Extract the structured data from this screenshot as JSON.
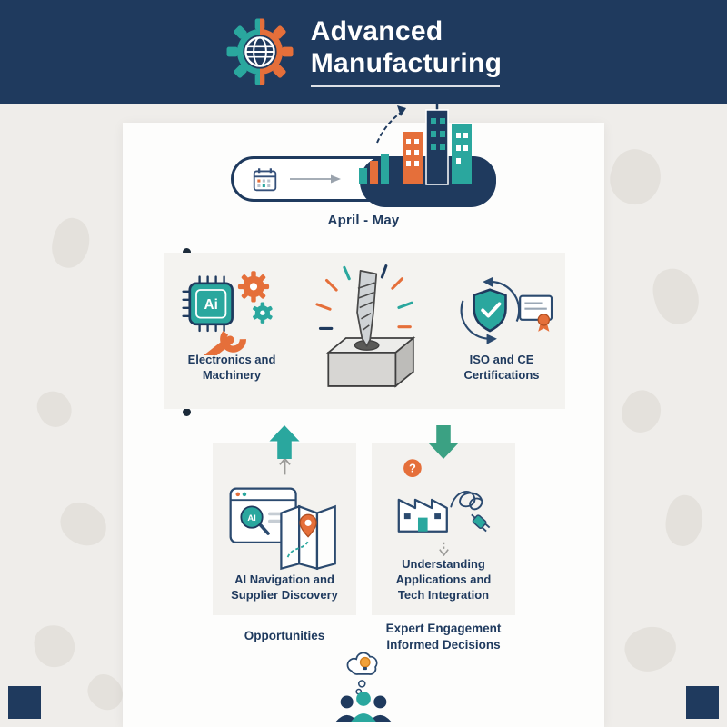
{
  "header": {
    "title_line1": "Advanced",
    "title_line2": "Manufacturing"
  },
  "timeline": {
    "date_range": "April - May"
  },
  "focus_panel": {
    "items": [
      {
        "icon": "ai-chip-gears-icon",
        "label": "Electronics and Machinery"
      },
      {
        "icon": "drill-bit-icon",
        "label": ""
      },
      {
        "icon": "certification-cycle-icon",
        "label": "ISO and CE Certifications"
      }
    ]
  },
  "feature_boxes": [
    {
      "direction": "up",
      "icon": "ai-navigation-map-icon",
      "label": "AI Navigation and Supplier Discovery",
      "caption": "Opportunities"
    },
    {
      "direction": "down",
      "icon": "factory-tech-integration-icon",
      "label": "Understanding Applications and Tech Integration",
      "caption": "Expert Engagement Informed Decisions"
    }
  ],
  "footer": {
    "icon": "team-idea-icon"
  },
  "icon_text": {
    "chip": "Ai",
    "browser_ai": "AI",
    "question": "?"
  },
  "colors": {
    "navy": "#1f3a5e",
    "teal": "#2aa79e",
    "orange": "#e56f3a",
    "page_background": "#efedea",
    "card_background": "#fdfdfc",
    "panel_background": "#f4f3f0"
  }
}
